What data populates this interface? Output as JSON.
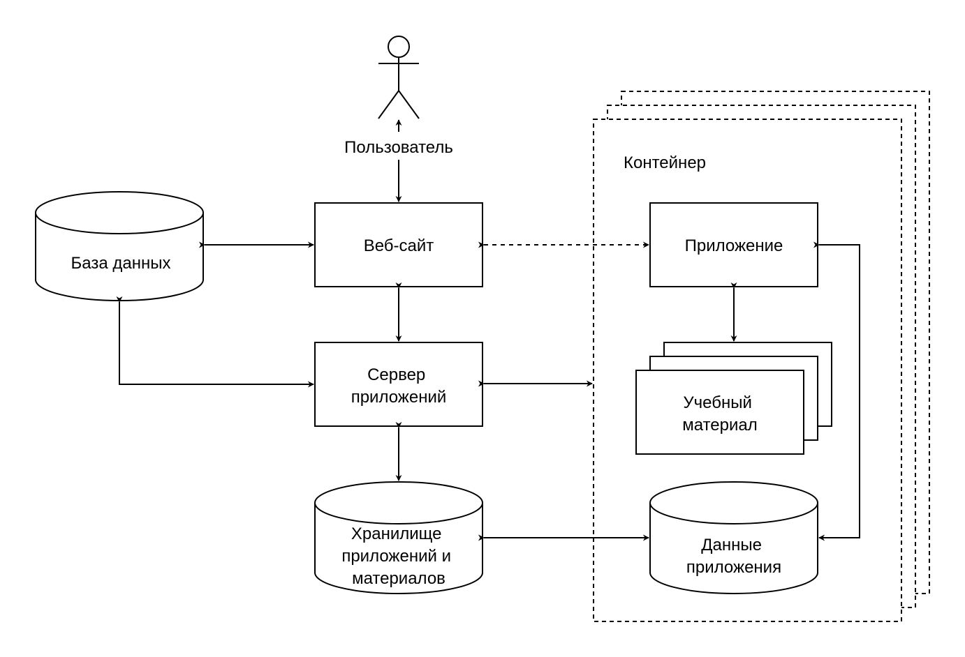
{
  "nodes": {
    "user": "Пользователь",
    "database": "База данных",
    "website": "Веб-сайт",
    "app_server": [
      "Сервер",
      "приложений"
    ],
    "storage": [
      "Хранилище",
      "приложений и",
      "материалов"
    ],
    "container": "Контейнер",
    "application": "Приложение",
    "material": [
      "Учебный",
      "материал"
    ],
    "app_data": [
      "Данные",
      "приложения"
    ]
  },
  "colors": {
    "stroke": "#000000",
    "fill": "#ffffff"
  }
}
